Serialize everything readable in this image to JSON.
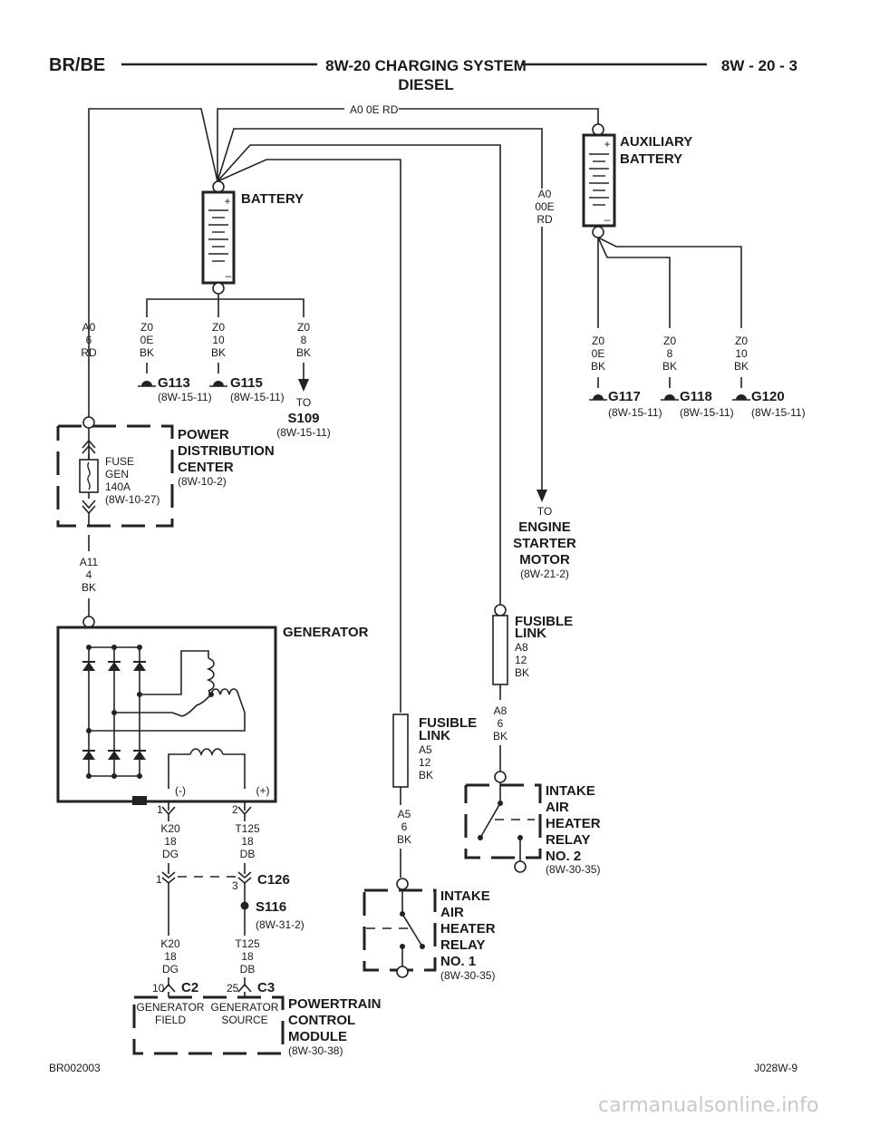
{
  "header": {
    "left": "BR/BE",
    "center1": "8W-20 CHARGING SYSTEM",
    "center2": "DIESEL",
    "right": "8W - 20 - 3"
  },
  "top_wire": "A0    0E RD",
  "battery": {
    "label": "BATTERY",
    "plus": "+",
    "minus": "–"
  },
  "aux_battery": {
    "line1": "AUXILIARY",
    "line2": "BATTERY",
    "plus": "+",
    "minus": "–"
  },
  "wire_a0_00e": [
    "A0",
    "00E",
    "RD"
  ],
  "wire_a06": [
    "A0",
    "6",
    "RD"
  ],
  "wire_z00e": [
    "Z0",
    "0E",
    "BK"
  ],
  "wire_z010": [
    "Z0",
    "10",
    "BK"
  ],
  "wire_z08": [
    "Z0",
    "8",
    "BK"
  ],
  "g113": {
    "name": "G113",
    "ref": "(8W-15-11)"
  },
  "g115": {
    "name": "G115",
    "ref": "(8W-15-11)"
  },
  "s109": {
    "to": "TO",
    "name": "S109",
    "ref": "(8W-15-11)"
  },
  "aux_wire1": [
    "Z0",
    "0E",
    "BK"
  ],
  "aux_wire2": [
    "Z0",
    "8",
    "BK"
  ],
  "aux_wire3": [
    "Z0",
    "10",
    "BK"
  ],
  "g117": {
    "name": "G117",
    "ref": "(8W-15-11)"
  },
  "g118": {
    "name": "G118",
    "ref": "(8W-15-11)"
  },
  "g120": {
    "name": "G120",
    "ref": "(8W-15-11)"
  },
  "pdc": {
    "line1": "POWER",
    "line2": "DISTRIBUTION",
    "line3": "CENTER",
    "ref": "(8W-10-2)"
  },
  "fuse": [
    "FUSE",
    "GEN",
    "140A",
    "(8W-10-27)"
  ],
  "starter": {
    "to": "TO",
    "line1": "ENGINE",
    "line2": "STARTER",
    "line3": "MOTOR",
    "ref": "(8W-21-2)"
  },
  "wire_a11": [
    "A11",
    "4",
    "BK"
  ],
  "generator": {
    "label": "GENERATOR",
    "neg": "(-)",
    "pos": "(+)",
    "pin1": "1",
    "pin2": "2"
  },
  "fusible_link2": {
    "line1": "FUSIBLE",
    "line2": "LINK",
    "w": [
      "A8",
      "12",
      "BK"
    ]
  },
  "wire_a86": [
    "A8",
    "6",
    "BK"
  ],
  "fusible_link1": {
    "line1": "FUSIBLE",
    "line2": "LINK",
    "w": [
      "A5",
      "12",
      "BK"
    ]
  },
  "wire_a56": [
    "A5",
    "6",
    "BK"
  ],
  "relay2": {
    "l1": "INTAKE",
    "l2": "AIR",
    "l3": "HEATER",
    "l4": "RELAY",
    "l5": "NO. 2",
    "ref": "(8W-30-35)"
  },
  "relay1": {
    "l1": "INTAKE",
    "l2": "AIR",
    "l3": "HEATER",
    "l4": "RELAY",
    "l5": "NO. 1",
    "ref": "(8W-30-35)"
  },
  "wire_k20_a": [
    "K20",
    "18",
    "DG"
  ],
  "wire_t125_a": [
    "T125",
    "18",
    "DB"
  ],
  "c126": {
    "name": "C126",
    "pin1": "1",
    "pin3": "3"
  },
  "s116": {
    "name": "S116",
    "ref": "(8W-31-2)"
  },
  "wire_k20_b": [
    "K20",
    "18",
    "DG"
  ],
  "wire_t125_b": [
    "T125",
    "18",
    "DB"
  ],
  "c2": {
    "name": "C2",
    "pin": "10"
  },
  "c3": {
    "name": "C3",
    "pin": "25"
  },
  "pcm": {
    "l1": "POWERTRAIN",
    "l2": "CONTROL",
    "l3": "MODULE",
    "ref": "(8W-30-38)",
    "field1": "GENERATOR",
    "field2": "FIELD",
    "source1": "GENERATOR",
    "source2": "SOURCE"
  },
  "footer": {
    "left": "BR002003",
    "right": "J028W-9",
    "watermark": "carmanualsonline.info"
  }
}
